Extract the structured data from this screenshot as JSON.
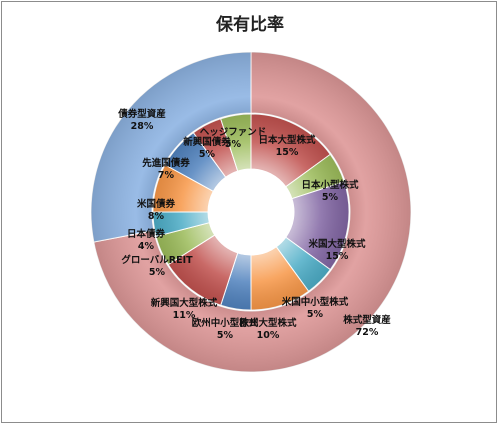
{
  "chart_data": {
    "type": "pie",
    "subtype": "doughnut",
    "title": "保有比率",
    "legend": "none",
    "rings": [
      {
        "name": "",
        "values": [
          {
            "label": "株式型資産",
            "value": 72,
            "pct": "72%",
            "color": "#de9898"
          },
          {
            "label": "債券型資産",
            "value": 28,
            "pct": "28%",
            "color": "#8eb4e3"
          }
        ]
      },
      {
        "name": "",
        "values": [
          {
            "label": "日本大型株式",
            "value": 15,
            "pct": "15%",
            "color": "#c0504d"
          },
          {
            "label": "日本小型株式",
            "value": 5,
            "pct": "5%",
            "color": "#9bbb59"
          },
          {
            "label": "米国大型株式",
            "value": 15,
            "pct": "15%",
            "color": "#8064a2"
          },
          {
            "label": "米国中小型株式",
            "value": 5,
            "pct": "5%",
            "color": "#4bacc6"
          },
          {
            "label": "欧州大型株式",
            "value": 10,
            "pct": "10%",
            "color": "#f79646"
          },
          {
            "label": "欧州中小型株式",
            "value": 5,
            "pct": "5%",
            "color": "#4f81bd"
          },
          {
            "label": "新興国大型株式",
            "value": 11,
            "pct": "11%",
            "color": "#c0504d"
          },
          {
            "label": "グローバルREIT",
            "value": 5,
            "pct": "5%",
            "color": "#9bbb59"
          },
          {
            "label": "日本債券",
            "value": 4,
            "pct": "4%",
            "color": "#4bacc6"
          },
          {
            "label": "米国債券",
            "value": 8,
            "pct": "8%",
            "color": "#f79646"
          },
          {
            "label": "先進国債券",
            "value": 7,
            "pct": "7%",
            "color": "#4f81bd"
          },
          {
            "label": "新興国債券",
            "value": 5,
            "pct": "5%",
            "color": "#c0504d"
          },
          {
            "label": "ヘッジファンド",
            "value": 5,
            "pct": "5%",
            "color": "#9bbb59"
          }
        ]
      }
    ]
  }
}
